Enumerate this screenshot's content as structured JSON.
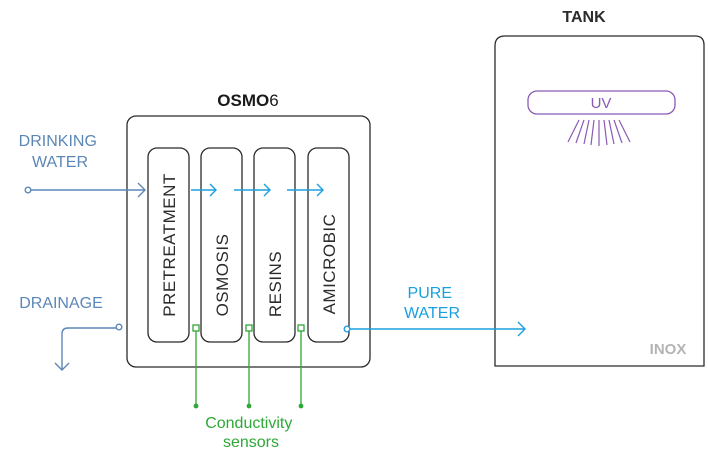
{
  "unit": {
    "name_bold": "OSMO",
    "name_suffix": "6",
    "stages": [
      {
        "label": "PRETREATMENT",
        "id": "pretreatment"
      },
      {
        "label": "OSMOSIS",
        "id": "osmosis"
      },
      {
        "label": "RESINS",
        "id": "resins"
      },
      {
        "label": "AMICROBIC",
        "id": "amicrobic"
      }
    ]
  },
  "inputs": {
    "drinking_water_line1": "DRINKING",
    "drinking_water_line2": "WATER",
    "drainage": "DRAINAGE"
  },
  "output": {
    "pure_water_line1": "PURE",
    "pure_water_line2": "WATER"
  },
  "tank": {
    "title": "TANK",
    "uv_label": "UV",
    "material": "INOX"
  },
  "sensors": {
    "label_line1": "Conductivity",
    "label_line2": "sensors"
  },
  "colors": {
    "outline": "#2b2b2b",
    "input_blue": "#5b87b8",
    "flow_cyan": "#1a9fe0",
    "sensor_green": "#2ea836",
    "uv_purple": "#8a5ab8",
    "inox_gray": "#b4b4b4"
  }
}
